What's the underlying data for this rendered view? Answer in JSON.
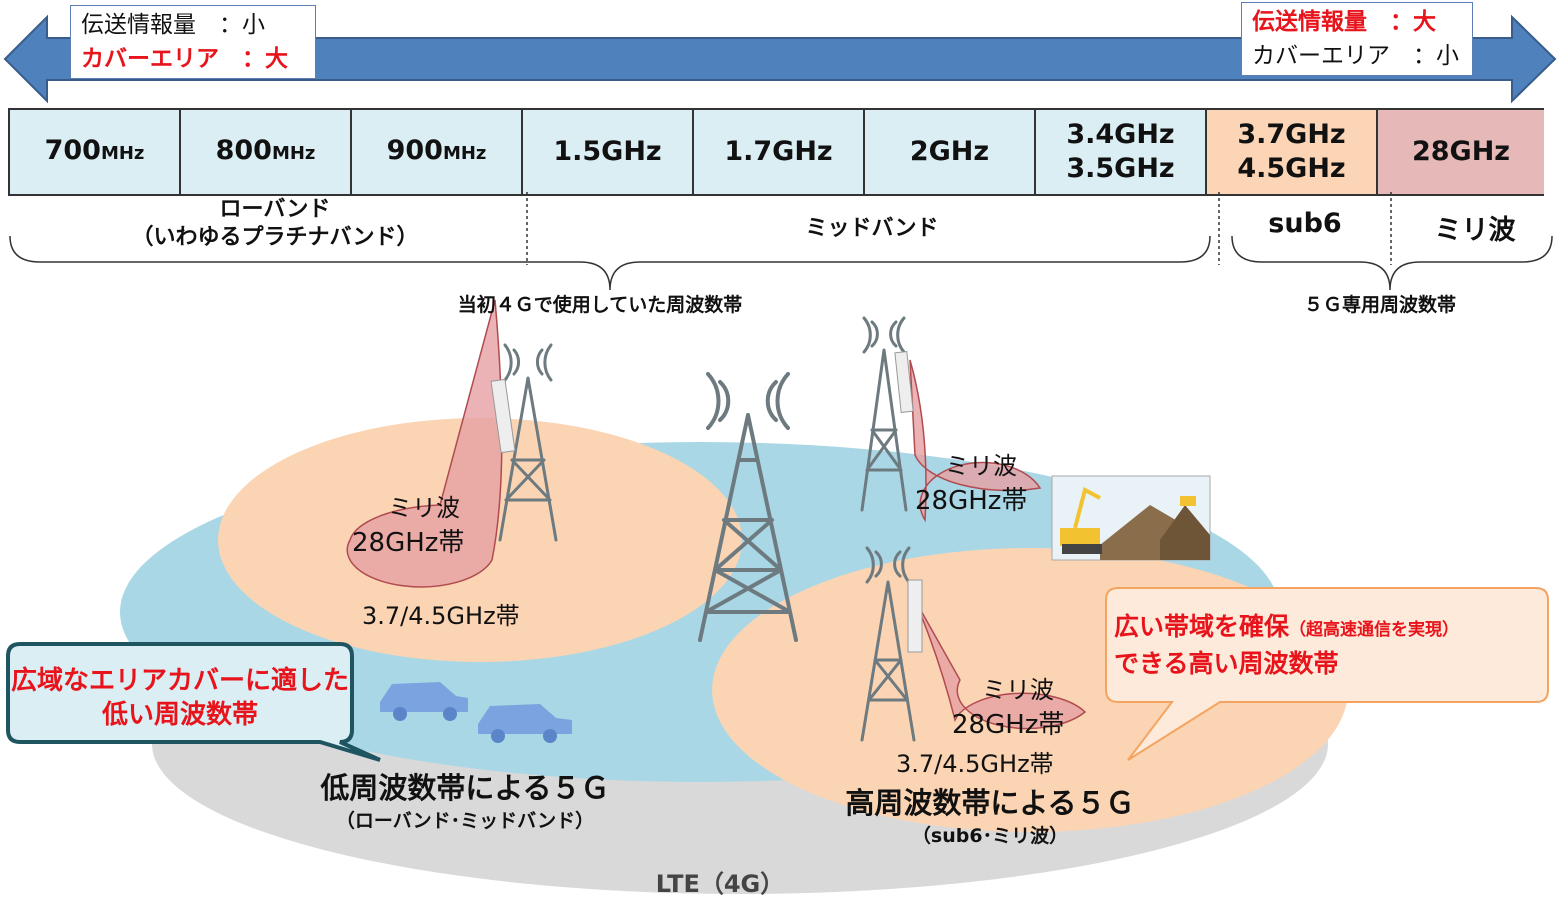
{
  "header": {
    "left_box": {
      "line1": "伝送情報量　：小",
      "line2": "カバーエリア　：大"
    },
    "right_box": {
      "line1": "伝送情報量　：大",
      "line2": "カバーエリア　：小"
    }
  },
  "bands": [
    {
      "value": "700",
      "unit": "MHz",
      "type": "low"
    },
    {
      "value": "800",
      "unit": "MHz",
      "type": "low"
    },
    {
      "value": "900",
      "unit": "MHz",
      "type": "low"
    },
    {
      "value": "1.5GHz",
      "unit": "",
      "type": "mid"
    },
    {
      "value": "1.7GHz",
      "unit": "",
      "type": "mid"
    },
    {
      "value": "2GHz",
      "unit": "",
      "type": "mid"
    },
    {
      "value": "3.4GHz",
      "value2": "3.5GHz",
      "unit": "",
      "type": "mid"
    },
    {
      "value": "3.7GHz",
      "value2": "4.5GHz",
      "unit": "",
      "type": "sub6"
    },
    {
      "value": "28GHz",
      "unit": "",
      "type": "mmw"
    }
  ],
  "band_groups": {
    "low_band": "ローバンド",
    "low_band_sub": "（いわゆるプラチナバンド）",
    "mid_band": "ミッドバンド",
    "sub6": "sub6",
    "mmwave": "ミリ波",
    "initial_4g": "当初４Ｇで使用していた周波数帯",
    "dedicated_5g": "５Ｇ専用周波数帯"
  },
  "scene": {
    "mmw_label": "ミリ波",
    "mmw_freq": "28GHz帯",
    "sub6_freq": "3.7/4.5GHz帯",
    "low_5g_title": "低周波数帯による５Ｇ",
    "low_5g_sub": "（ローバンド･ミッドバンド）",
    "high_5g_title": "高周波数帯による５Ｇ",
    "high_5g_sub": "（sub6･ミリ波）",
    "lte_label": "LTE（4G）"
  },
  "callouts": {
    "left_line1": "広域なエリアカバーに適した",
    "left_line2": "低い周波数帯",
    "right_line1_main": "広い帯域を確保",
    "right_line1_small": "（超高速通信を実現）",
    "right_line2": "できる高い周波数帯"
  },
  "colors": {
    "arrow": "#4f81bd",
    "low_mid_band": "#dbeef4",
    "sub6_band": "#fbd5b5",
    "mmwave_band": "#e6b9b8",
    "lte_area": "#d9d9d9",
    "low_5g_area": "#a9d7e6",
    "sub6_area": "#fbd4b4",
    "mmwave_beam": "#e6a0a3",
    "emphasis_red": "#e8141c",
    "tower": "#6d7a80"
  }
}
